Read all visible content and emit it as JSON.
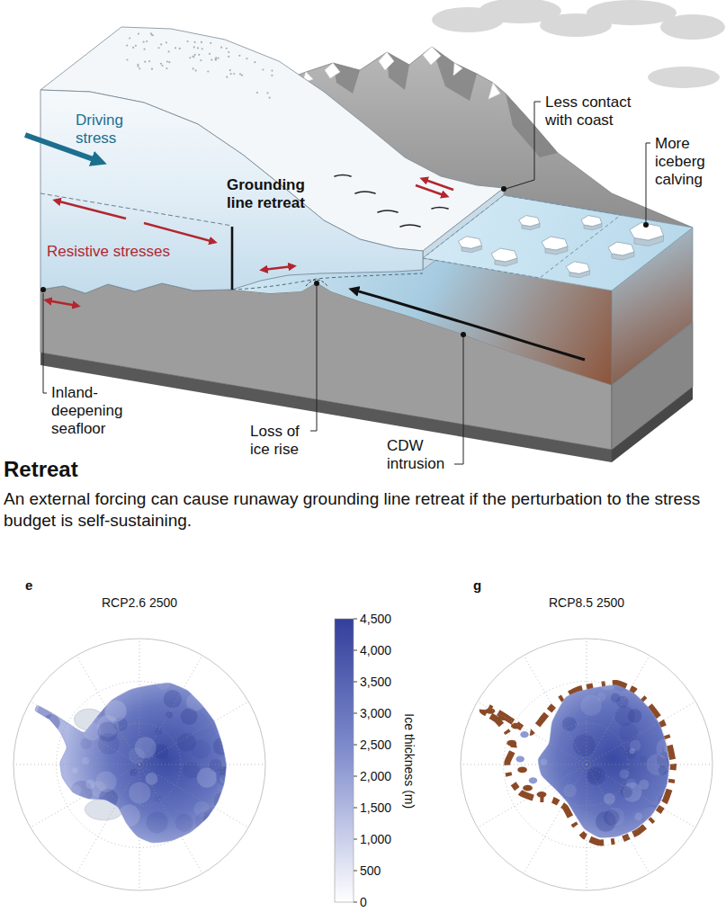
{
  "diagram": {
    "title": "Retreat",
    "caption": "An external forcing can cause runaway grounding line retreat if the perturbation to the stress budget is self-sustaining.",
    "labels": [
      "Driving stress",
      "Grounding line retreat",
      "Less contact with coast",
      "More iceberg calving",
      "Resistive stresses",
      "Inland-deepening seafloor",
      "Loss of ice rise",
      "CDW intrusion",
      "e",
      "RCP2.6 2500",
      "4,500",
      "4,000",
      "3,500",
      "3,000",
      "2,500",
      "2,000",
      "1,500",
      "1,000",
      "500",
      "0",
      "Ice thickness (m)",
      "g",
      "RCP8.5 2500"
    ]
  }
}
